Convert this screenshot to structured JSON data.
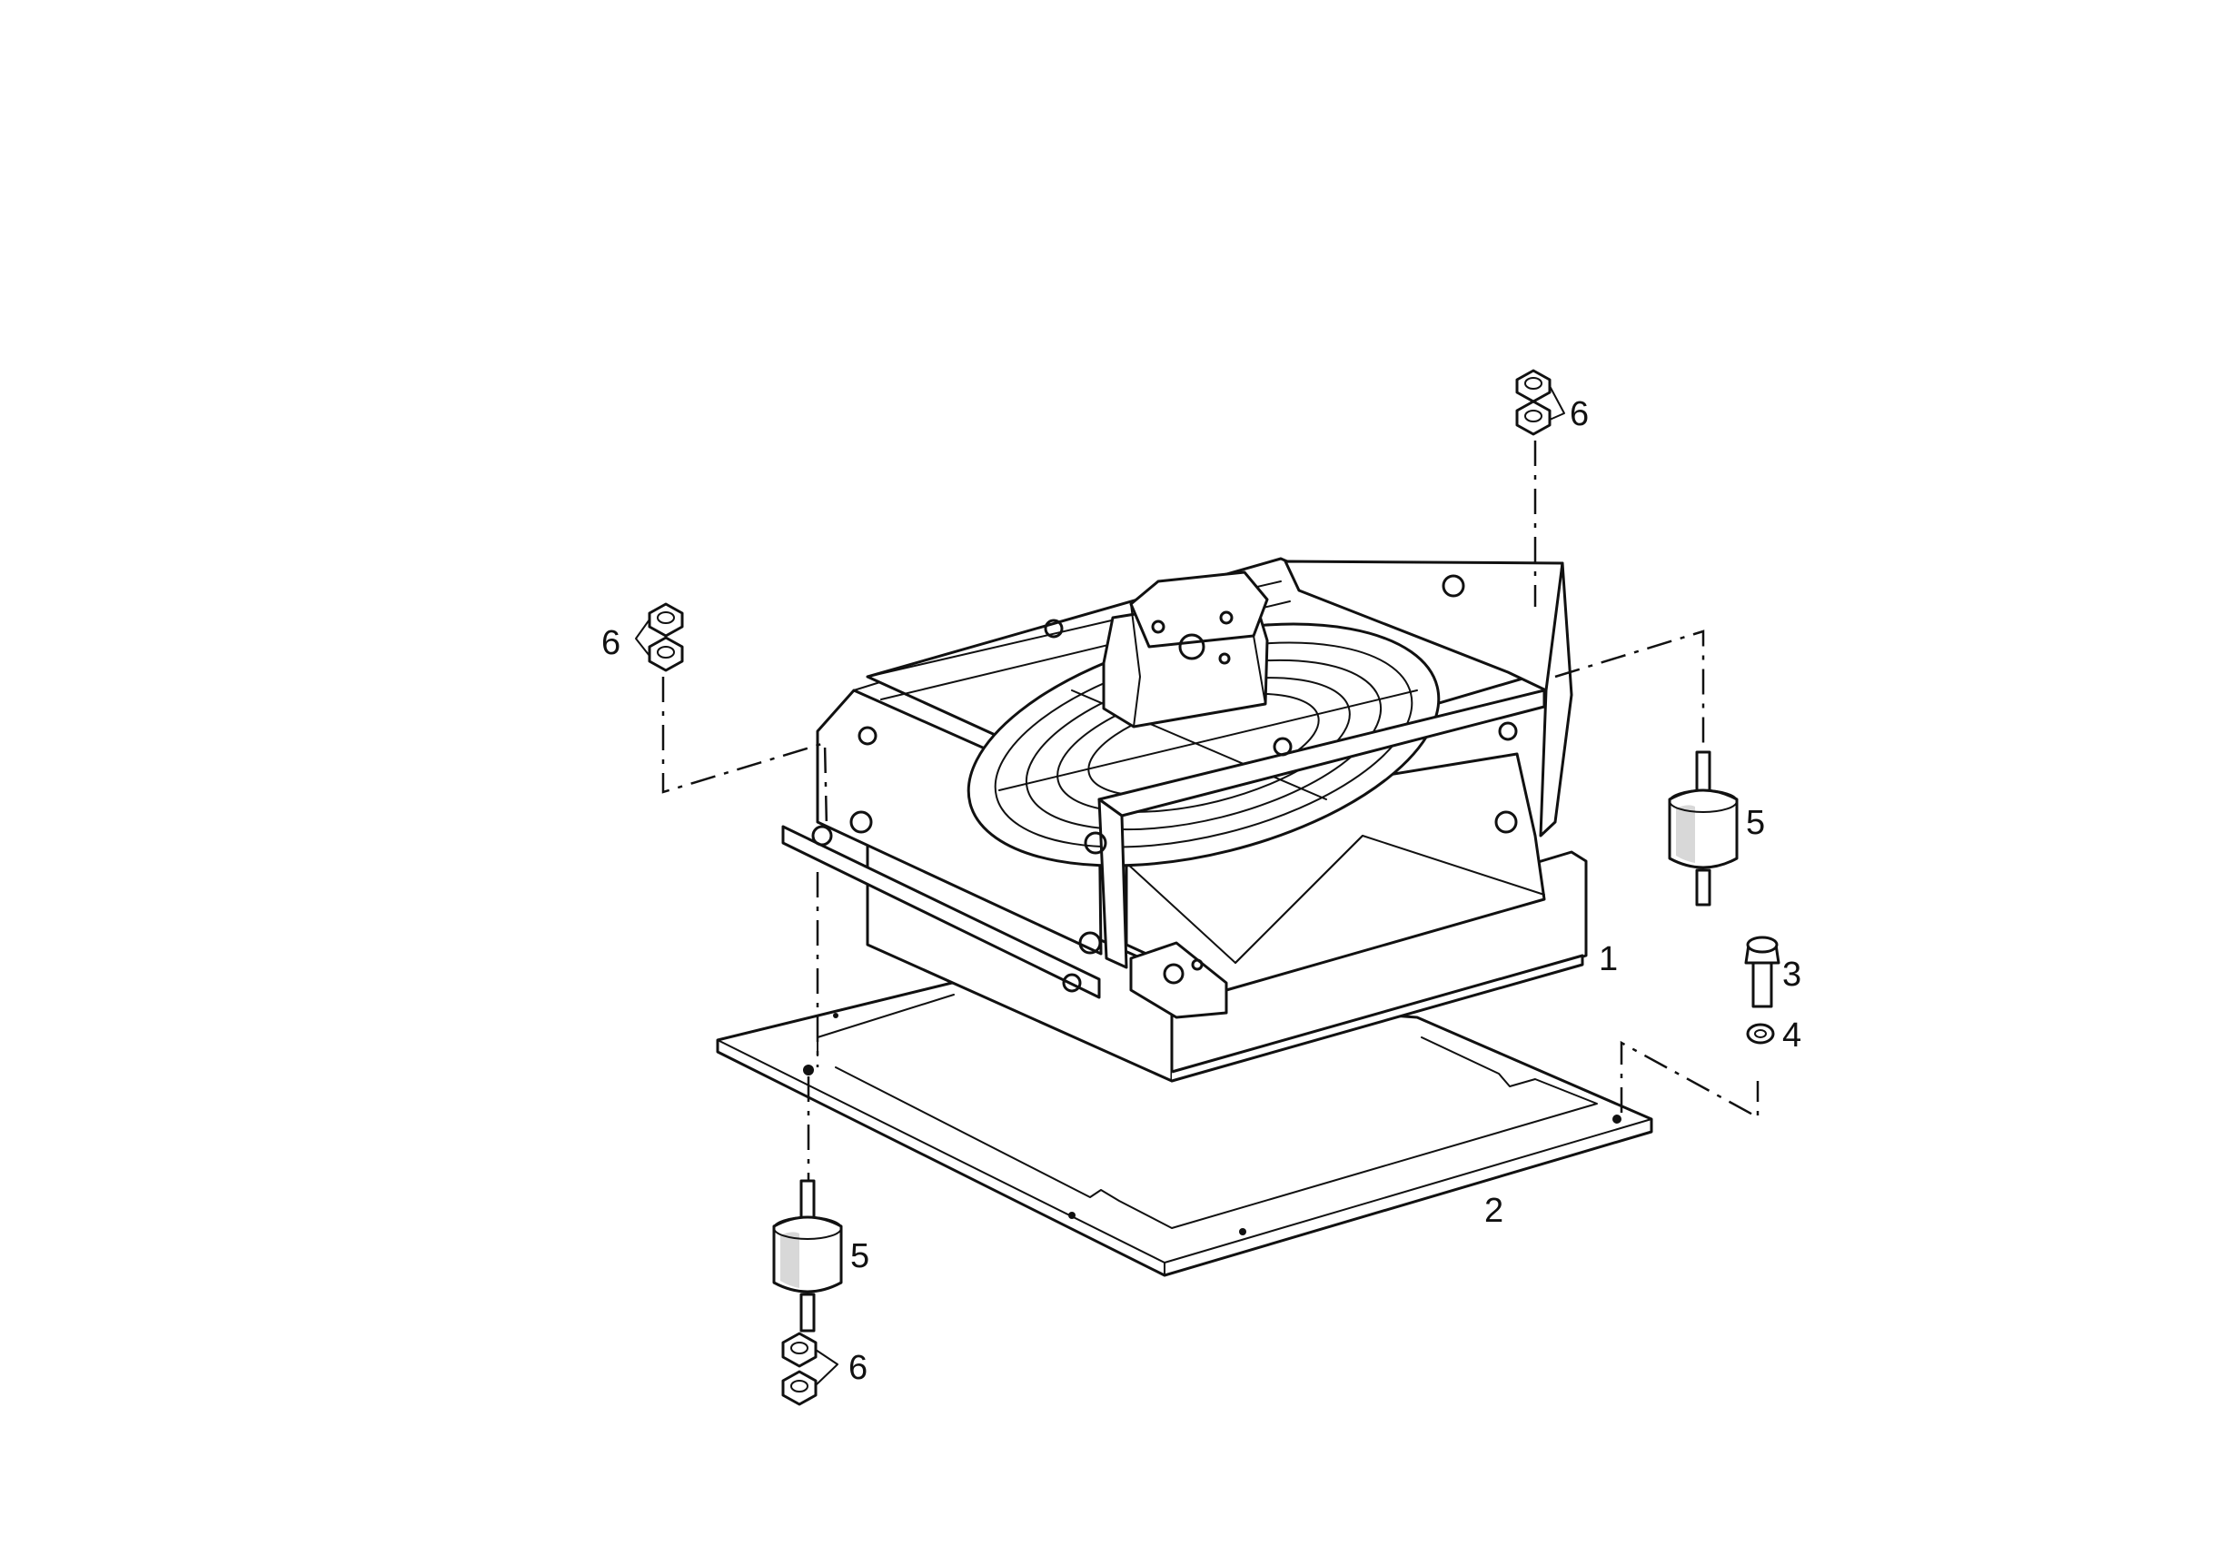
{
  "callouts": {
    "fan_unit": "1",
    "base_plate": "2",
    "screw": "3",
    "washer": "4",
    "mount_right": "5",
    "mount_left": "5",
    "nuts_top_right": "6",
    "nuts_top_left": "6",
    "nuts_bottom": "6"
  },
  "icons": [
    "fan-cooler-assembly",
    "base-plate",
    "screw",
    "washer",
    "rubber-mount",
    "hex-nut"
  ],
  "colors": {
    "line": "#111111",
    "background": "#ffffff"
  }
}
